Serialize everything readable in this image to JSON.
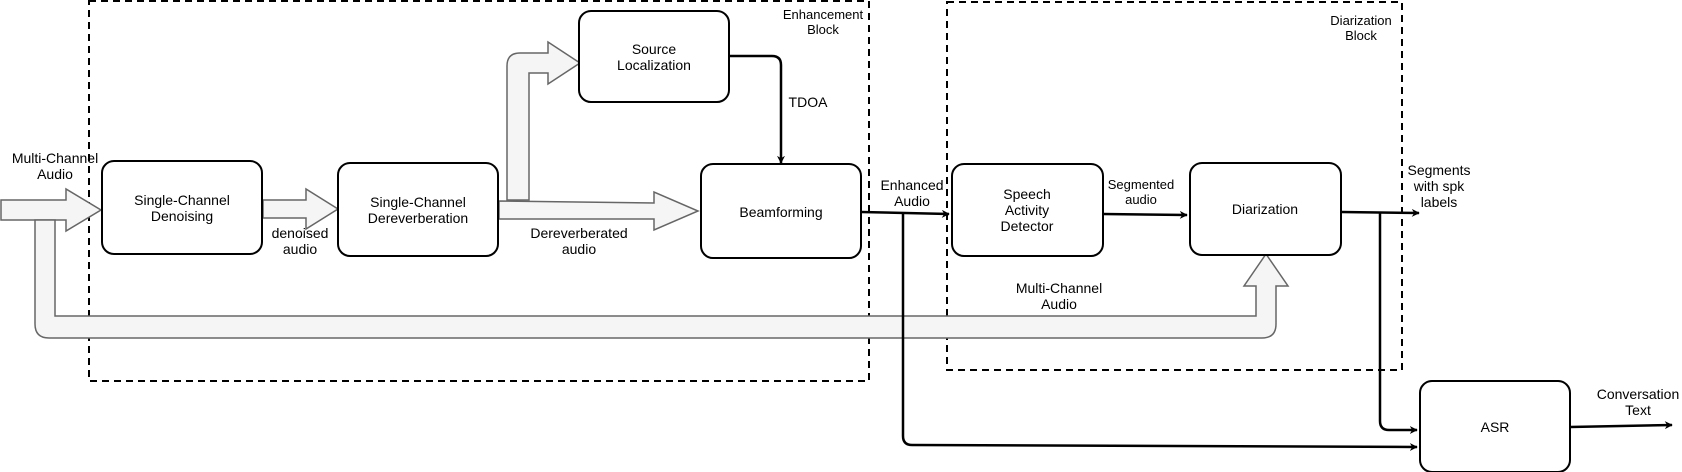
{
  "groups": {
    "enhancement": {
      "label": "Enhancement\nBlock"
    },
    "diarization": {
      "label": "Diarization\nBlock"
    }
  },
  "boxes": {
    "denoising": "Single-Channel\nDenoising",
    "dereverberation": "Single-Channel\nDereverberation",
    "source_localization": "Source\nLocalization",
    "beamforming": "Beamforming",
    "sad": "Speech\nActivity\nDetector",
    "diarization": "Diarization",
    "asr": "ASR"
  },
  "edge_labels": {
    "input_audio": "Multi-Channel\nAudio",
    "denoised_audio": "denoised\naudio",
    "dereverberated_audio": "Dereverberated\naudio",
    "tdoa": "TDOA",
    "enhanced_audio": "Enhanced\nAudio",
    "segmented_audio": "Segmented\naudio",
    "multichannel_audio_bypass": "Multi-Channel\nAudio",
    "segments_output": "Segments\nwith spk\nlabels",
    "conversation_text": "Conversation\nText"
  },
  "colors": {
    "stroke": "#000000",
    "arrow_fill": "#f5f5f5",
    "arrow_stroke": "#666666",
    "background": "#ffffff"
  }
}
